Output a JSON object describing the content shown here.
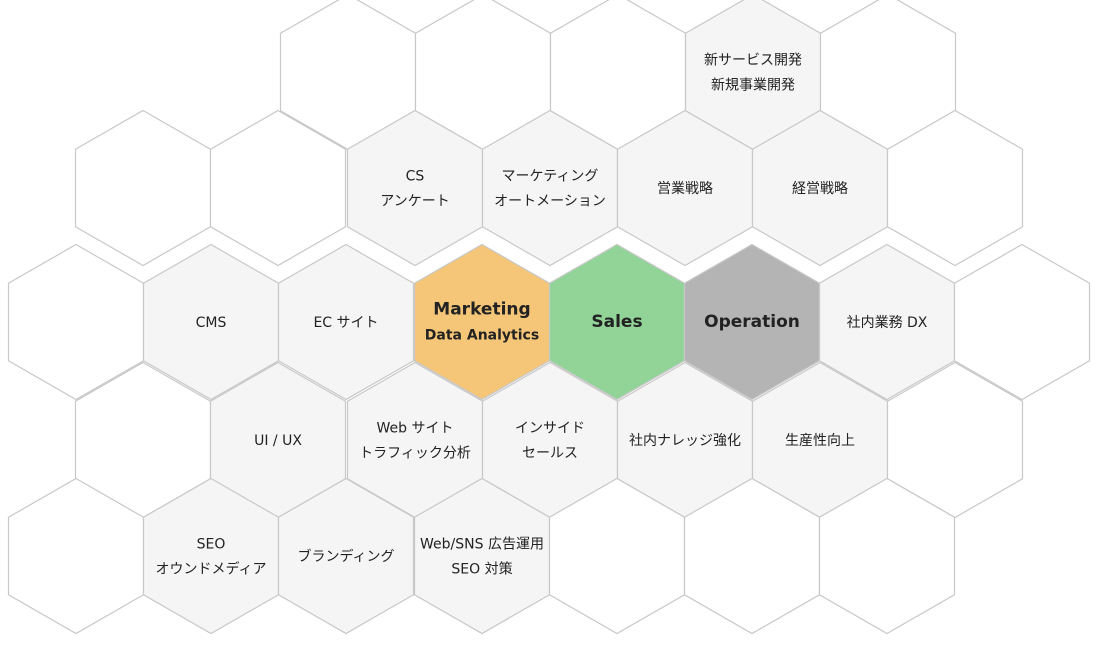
{
  "colors": {
    "marketing": "#f5c678",
    "sales": "#92d497",
    "operation": "#b4b4b4",
    "label_cell": "#f4f5f4",
    "empty_cell": "#ffffff",
    "border": "#c8c8c8"
  },
  "cells": [
    {
      "id": "c0-0",
      "lines": []
    },
    {
      "id": "c0-1",
      "lines": []
    },
    {
      "id": "c0-2",
      "lines": []
    },
    {
      "id": "c0-3",
      "lines": [
        "新サービス開発",
        "新規事業開発"
      ]
    },
    {
      "id": "c0-4",
      "lines": []
    },
    {
      "id": "c1-0",
      "lines": []
    },
    {
      "id": "c1-1",
      "lines": []
    },
    {
      "id": "c1-2",
      "lines": [
        "CS",
        "アンケート"
      ]
    },
    {
      "id": "c1-3",
      "lines": [
        "マーケティング",
        "オートメーション"
      ]
    },
    {
      "id": "c1-4",
      "lines": [
        "営業戦略"
      ]
    },
    {
      "id": "c1-5",
      "lines": [
        "経営戦略"
      ]
    },
    {
      "id": "c1-6",
      "lines": []
    },
    {
      "id": "c2-0",
      "lines": []
    },
    {
      "id": "c2-1",
      "lines": [
        "CMS"
      ]
    },
    {
      "id": "c2-2",
      "lines": [
        "EC サイト"
      ]
    },
    {
      "id": "c2-3",
      "kind": "marketing",
      "lines": [
        "Marketing",
        "Data Analytics"
      ]
    },
    {
      "id": "c2-4",
      "kind": "sales",
      "lines": [
        "Sales"
      ]
    },
    {
      "id": "c2-5",
      "kind": "operation",
      "lines": [
        "Operation"
      ]
    },
    {
      "id": "c2-6",
      "lines": [
        "社内業務 DX"
      ]
    },
    {
      "id": "c2-7",
      "lines": []
    },
    {
      "id": "c3-0",
      "lines": []
    },
    {
      "id": "c3-1",
      "lines": [
        "UI / UX"
      ]
    },
    {
      "id": "c3-2",
      "lines": [
        "Web サイト",
        "トラフィック分析"
      ]
    },
    {
      "id": "c3-3",
      "lines": [
        "インサイド",
        "セールス"
      ]
    },
    {
      "id": "c3-4",
      "lines": [
        "社内ナレッジ強化"
      ]
    },
    {
      "id": "c3-5",
      "lines": [
        "生産性向上"
      ]
    },
    {
      "id": "c3-6",
      "lines": []
    },
    {
      "id": "c4-0",
      "lines": []
    },
    {
      "id": "c4-1",
      "lines": [
        "SEO",
        "オウンドメディア"
      ]
    },
    {
      "id": "c4-2",
      "lines": [
        "ブランディング"
      ]
    },
    {
      "id": "c4-3",
      "lines": [
        "Web/SNS 広告運用",
        "SEO 対策"
      ]
    },
    {
      "id": "c4-4",
      "lines": []
    },
    {
      "id": "c4-5",
      "lines": []
    },
    {
      "id": "c4-6",
      "lines": []
    }
  ]
}
